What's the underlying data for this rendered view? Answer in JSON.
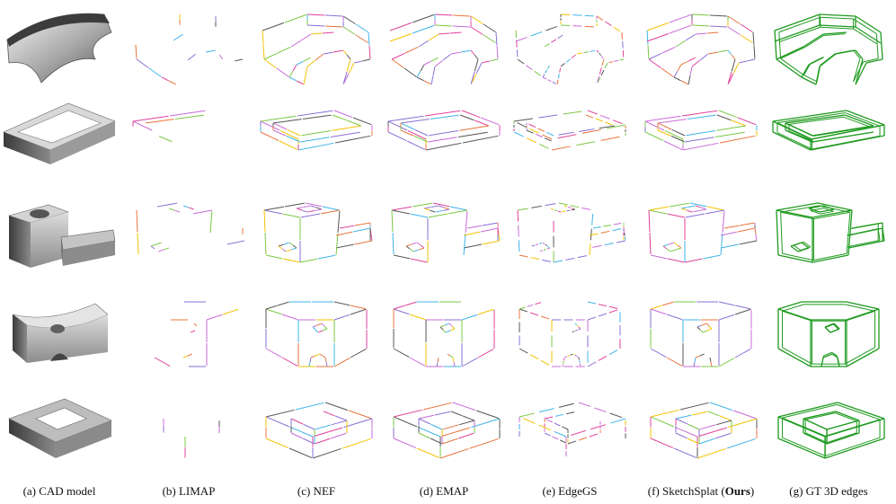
{
  "figure": {
    "columns": [
      {
        "key": "cad",
        "label": "(a) CAD model"
      },
      {
        "key": "limap",
        "label": "(b) LIMAP"
      },
      {
        "key": "nef",
        "label": "(c) NEF"
      },
      {
        "key": "emap",
        "label": "(d) EMAP"
      },
      {
        "key": "edgegs",
        "label": "(e) EdgeGS"
      },
      {
        "key": "sketchsplat",
        "label_prefix": "(f) SketchSplat (",
        "label_bold": "Ours",
        "label_suffix": ")"
      },
      {
        "key": "gt",
        "label": "(g) GT 3D edges"
      }
    ],
    "rows": [
      "curved-bracket",
      "rectangular-tray",
      "block-with-arm",
      "saddle-block",
      "square-frame"
    ],
    "colors": {
      "gt_edge": "#1f9a1f",
      "edge_palette": [
        "#e0409c",
        "#3fb4e8",
        "#7ac943",
        "#f2c200",
        "#8a6fd6",
        "#e8743b",
        "#555555",
        "#c86bd8"
      ]
    }
  }
}
